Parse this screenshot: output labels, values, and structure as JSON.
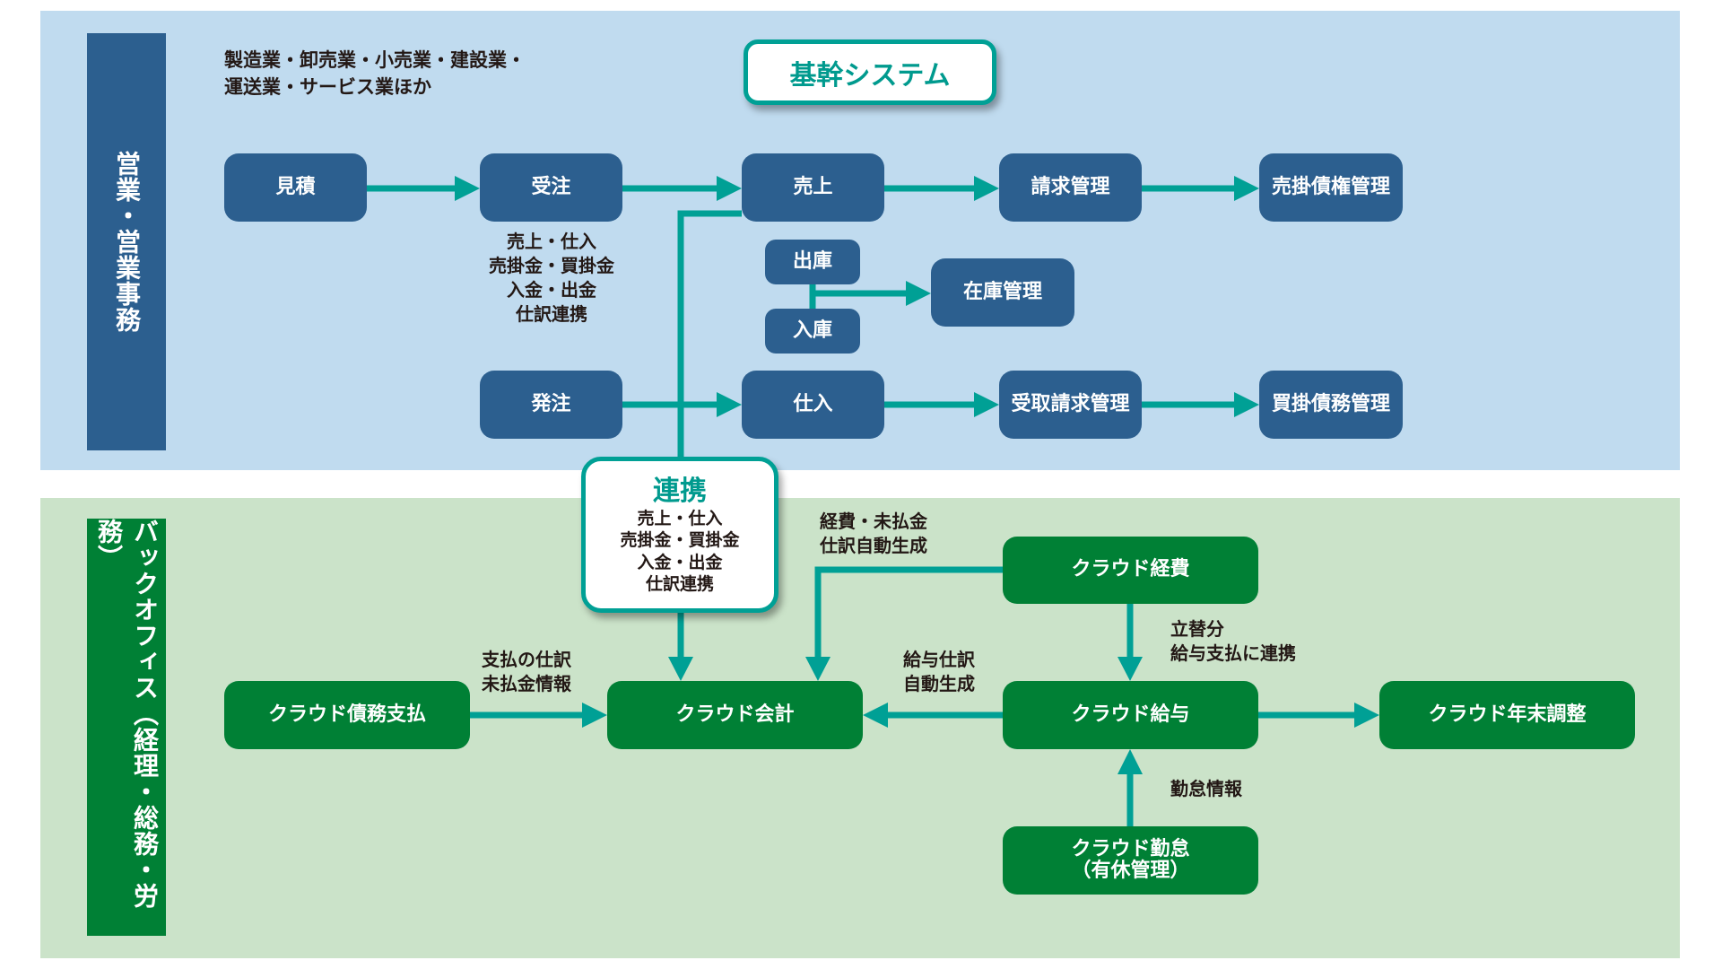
{
  "colors": {
    "upper_panel": "#c0dbef",
    "lower_panel": "#cbe3c9",
    "blue_box": "#2c5f8f",
    "green_box": "#008035",
    "teal_arrow": "#00a095"
  },
  "sections": {
    "sales": {
      "label": "営業・営業事務"
    },
    "backoffice": {
      "label": "バックオフィス（経理・総務・労務）"
    }
  },
  "industries": {
    "line1": "製造業・卸売業・小売業・建設業・",
    "line2": "運送業・サービス業ほか"
  },
  "core_system": {
    "title": "基幹システム"
  },
  "sales_nodes": {
    "estimate": "見積",
    "order_received": "受注",
    "sales": "売上",
    "billing": "請求管理",
    "receivables": "売掛債権管理",
    "shipping": "出庫",
    "receiving": "入庫",
    "inventory": "在庫管理",
    "order_placed": "発注",
    "purchase": "仕入",
    "invoice_received": "受取請求管理",
    "payables": "買掛債務管理"
  },
  "order_note": {
    "lines": [
      "売上・仕入",
      "売掛金・買掛金",
      "入金・出金",
      "仕訳連携"
    ]
  },
  "link_box": {
    "title": "連携",
    "lines": [
      "売上・仕入",
      "売掛金・買掛金",
      "入金・出金",
      "仕訳連携"
    ]
  },
  "backoffice_nodes": {
    "payables_payment": "クラウド債務支払",
    "accounting": "クラウド会計",
    "expenses": "クラウド経費",
    "payroll": "クラウド給与",
    "year_end": "クラウド年末調整",
    "attendance_line1": "クラウド勤怠",
    "attendance_line2": "（有休管理）"
  },
  "edge_labels": {
    "payment_to_accounting": [
      "支払の仕訳",
      "未払金情報"
    ],
    "expense_to_accounting": [
      "経費・未払金",
      "仕訳自動生成"
    ],
    "payroll_to_accounting": [
      "給与仕訳",
      "自動生成"
    ],
    "expense_to_payroll": [
      "立替分",
      "給与支払に連携"
    ],
    "attendance_to_payroll": [
      "勤怠情報"
    ]
  }
}
